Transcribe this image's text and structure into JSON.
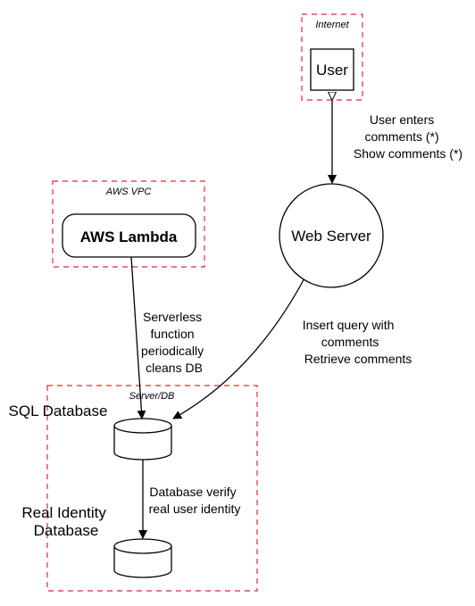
{
  "zones": {
    "internet": "Internet",
    "aws_vpc": "AWS VPC",
    "server_db": "Server/DB"
  },
  "nodes": {
    "user": "User",
    "web_server": "Web Server",
    "aws_lambda": "AWS Lambda",
    "sql_database": "SQL Database",
    "real_identity_database": [
      "Real Identity",
      "Database"
    ]
  },
  "edges": {
    "user_web": [
      "User enters",
      "comments (*)",
      "Show comments (*)"
    ],
    "lambda_sql": [
      "Serverless",
      "function",
      "periodically",
      "cleans DB"
    ],
    "web_sql": [
      "Insert query with",
      "comments",
      "Retrieve comments"
    ],
    "sql_identity": [
      "Database verify",
      "real user identity"
    ]
  },
  "colors": {
    "boundary": "#e8262d",
    "stroke": "#000000",
    "background": "#ffffff"
  }
}
